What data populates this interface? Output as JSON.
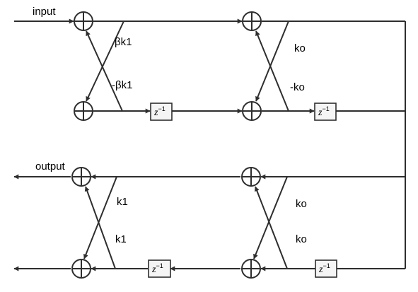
{
  "labels": {
    "input": "input",
    "output": "output",
    "beta_k1": "βk1",
    "neg_beta_k1": "-βk1",
    "ko_top": "ko",
    "neg_ko_top": "-ko",
    "k1_a": "k1",
    "k1_b": "k1",
    "ko_a": "ko",
    "ko_b": "ko"
  },
  "delay": {
    "base": "z",
    "exponent": "−1"
  },
  "colors": {
    "line": "#2e2e2e",
    "box_fill": "#f5f5f5"
  }
}
